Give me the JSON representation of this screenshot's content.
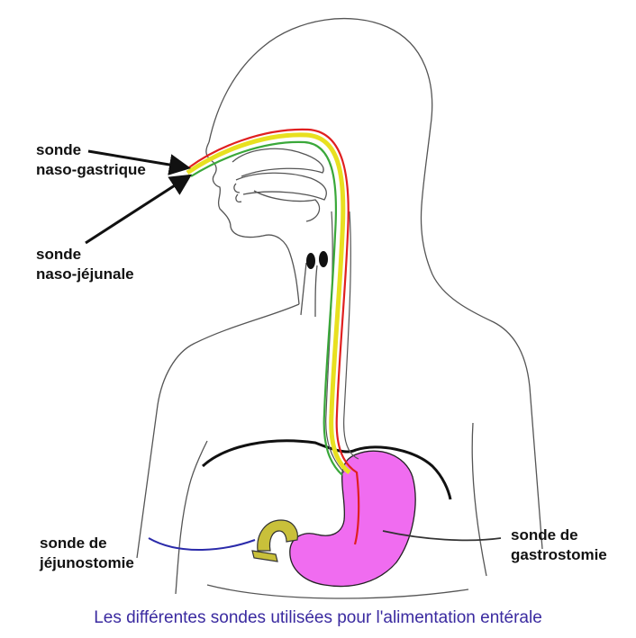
{
  "labels": {
    "naso_gastric_line1": "sonde",
    "naso_gastric_line2": "naso-gastrique",
    "naso_jejunal_line1": "sonde",
    "naso_jejunal_line2": "naso-jéjunale",
    "jejunostomy_line1": "sonde de",
    "jejunostomy_line2": "jéjunostomie",
    "gastrostomy_line1": "sonde de",
    "gastrostomy_line2": "gastrostomie"
  },
  "caption": "Les différentes sondes utilisées pour l'alimentation entérale",
  "colors": {
    "outline": "#555555",
    "tube_red": "#e02020",
    "tube_green": "#3aa83a",
    "tube_yellow": "#e8e020",
    "stomach_fill": "#f06cf0",
    "stomach_stroke": "#222222",
    "jejunostomy_fill": "#c9c03a",
    "jejunostomy_line": "#2a2aaa",
    "caption_color": "#3a2aa0",
    "arrow_color": "#111111"
  },
  "icons": {
    "stomach": "stomach-icon",
    "jejunostomy_tube": "jejunostomy-tube-icon"
  }
}
